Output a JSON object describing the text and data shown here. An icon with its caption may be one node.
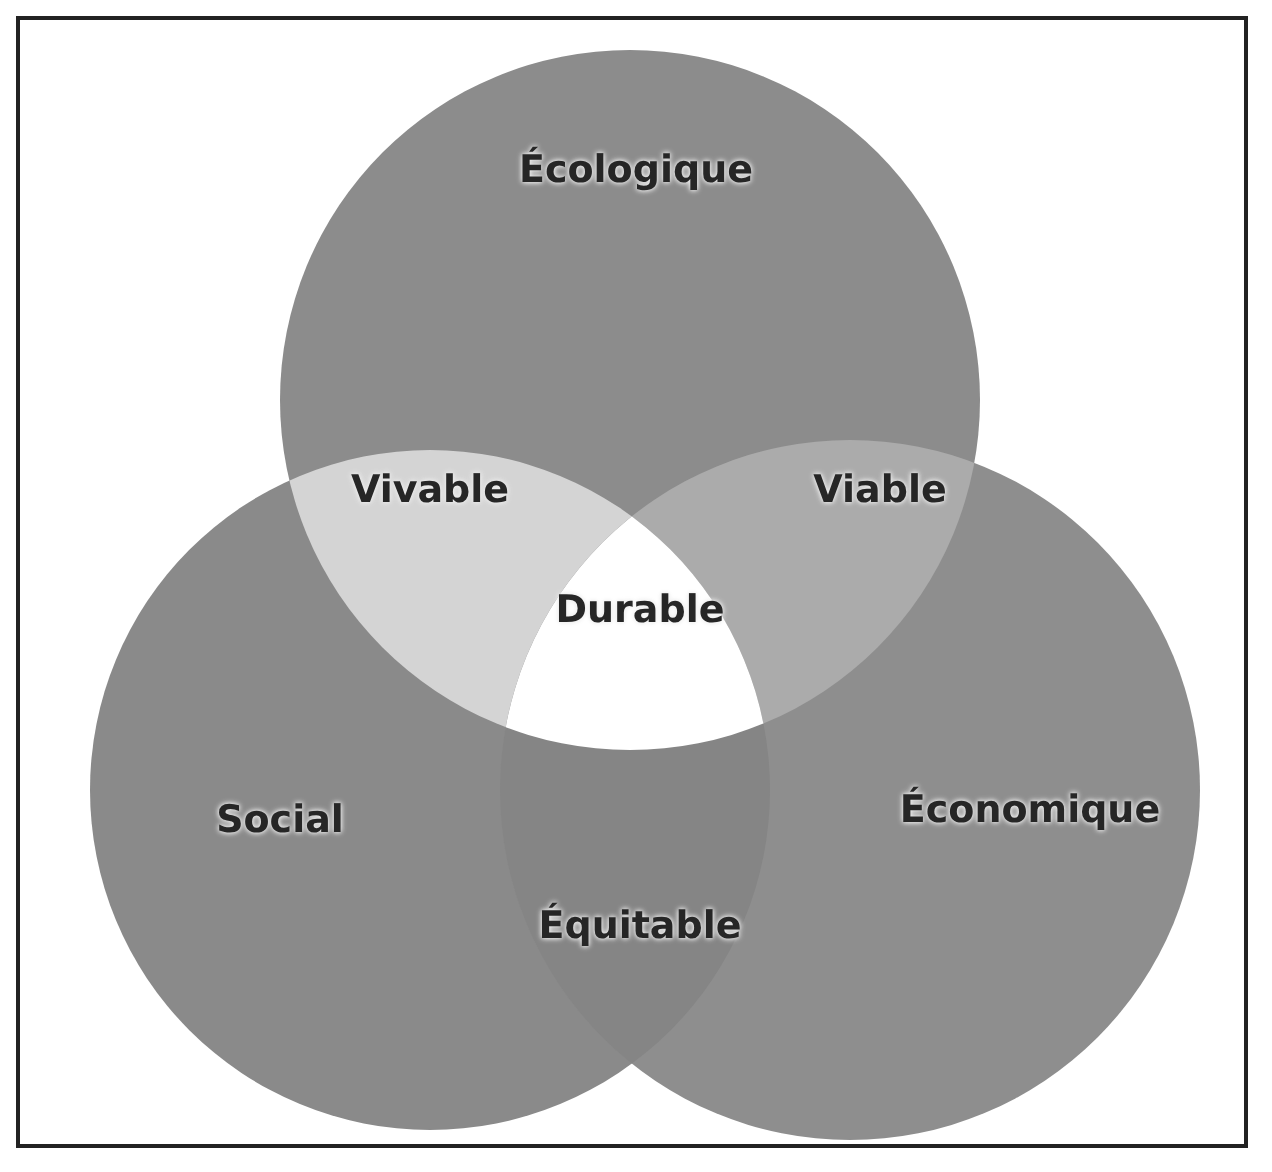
{
  "diagram": {
    "nodes": [
      {
        "text": [
          "Écologique"
        ]
      },
      {
        "text": [
          "Social"
        ]
      },
      {
        "text": [
          "Économique"
        ]
      },
      {
        "text": [
          "Vivable"
        ]
      },
      {
        "text": [
          "Viable"
        ]
      },
      {
        "text": [
          "Équitable"
        ]
      },
      {
        "text": [
          "Durable"
        ]
      }
    ],
    "edges": []
  }
}
